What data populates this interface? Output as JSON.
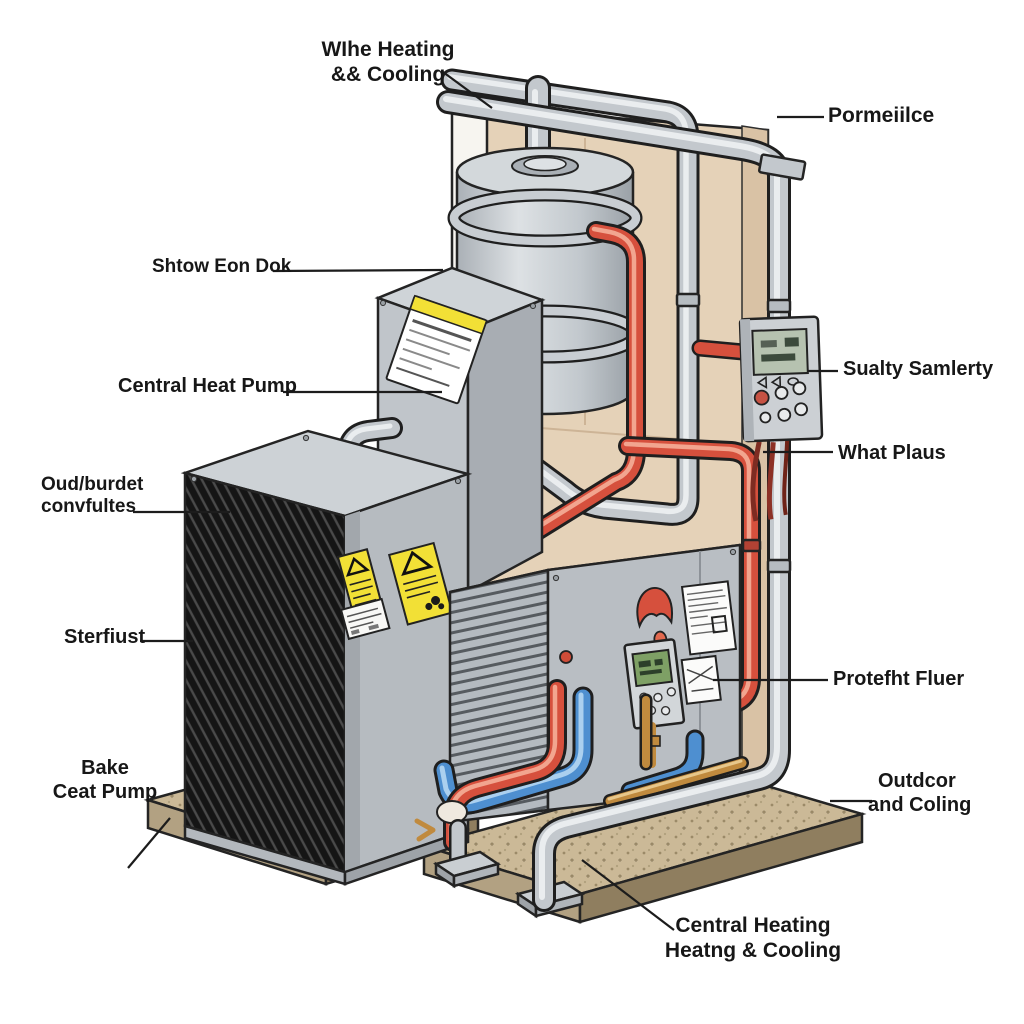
{
  "title": "Heat pump heating and cooling system cutaway diagram",
  "labels": {
    "top": {
      "line1": "WIhe Heating",
      "line2": "&& Cooling"
    },
    "top_right_pipe": "Pormeiilce",
    "duct_top": "Shtow Eon Dok",
    "central_heat_pump": "Central Heat Pump",
    "wall_controller": "Sualty Samlerty",
    "wall_pipes": "What Plaus",
    "outdoor_unit": {
      "line1": "Oud/burdet",
      "line2": "convfultes"
    },
    "grille": "Sterfiust",
    "base": {
      "line1": "Bake",
      "line2": "Ceat Pump"
    },
    "filter": "Protefht Fluer",
    "outdoor_cooling": {
      "line1": "Outdcor",
      "line2": "and Coling"
    },
    "bottom_pipes": {
      "line1": "Central Heating",
      "line2": "Heatng & Cooling"
    }
  },
  "icons": {
    "flame_logo": "flame",
    "warning_labels": "warning-triangle",
    "controller_screen": "lcd-display"
  },
  "colors": {
    "hot_pipe": "#d6503d",
    "cold_pipe": "#4e8fd0",
    "metal_pipe": "#c3c8cd",
    "wall": "#e5d2b8",
    "warning_label": "#f2e036",
    "base_platform": "#cbb997",
    "lcd_green": "#7ea065"
  }
}
